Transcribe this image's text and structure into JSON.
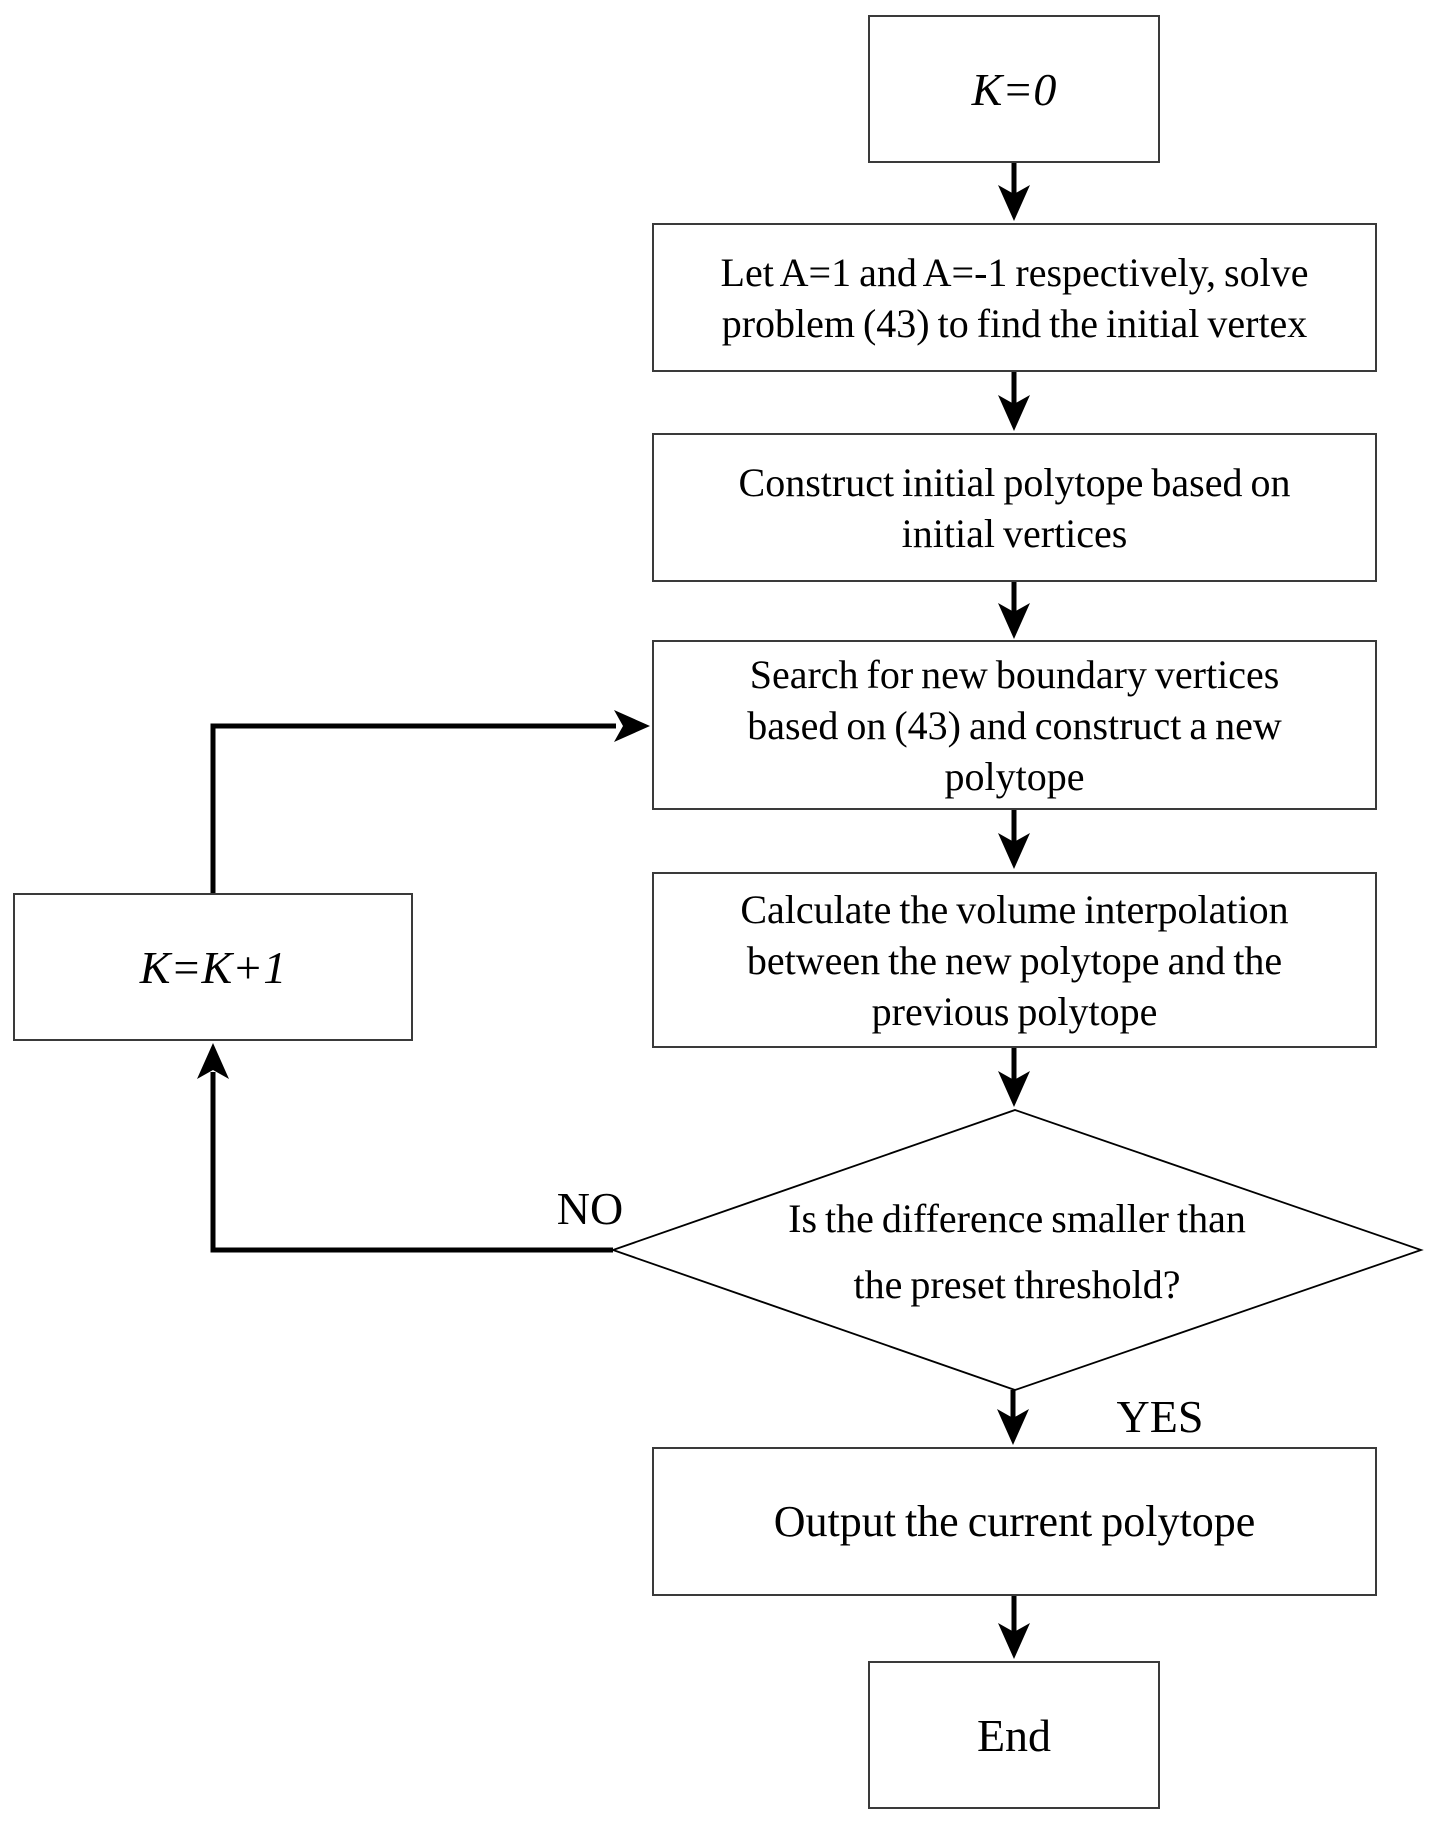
{
  "figure": {
    "type": "flowchart",
    "background": "#ffffff",
    "line_color": "#000000",
    "box_border_color": "#3a3a3a"
  },
  "nodes": {
    "start": {
      "label": "K=0"
    },
    "find_initial_vertex": {
      "label": "Let A=1 and A=-1 respectively, solve\nproblem (43) to find the initial vertex"
    },
    "construct_initial_polytope": {
      "label": "Construct initial polytope based on\ninitial vertices"
    },
    "search_new_vertices": {
      "label": "Search for new boundary vertices\nbased on (43) and construct a new\npolytope"
    },
    "calculate_volume": {
      "label": "Calculate the volume interpolation\nbetween the new polytope and the\nprevious polytope"
    },
    "decision": {
      "label": "Is the difference smaller than\nthe preset threshold?"
    },
    "output": {
      "label": "Output the current polytope"
    },
    "increment": {
      "label": "K=K+1"
    },
    "end": {
      "label": "End"
    }
  },
  "edge_labels": {
    "no": "NO",
    "yes": "YES"
  }
}
